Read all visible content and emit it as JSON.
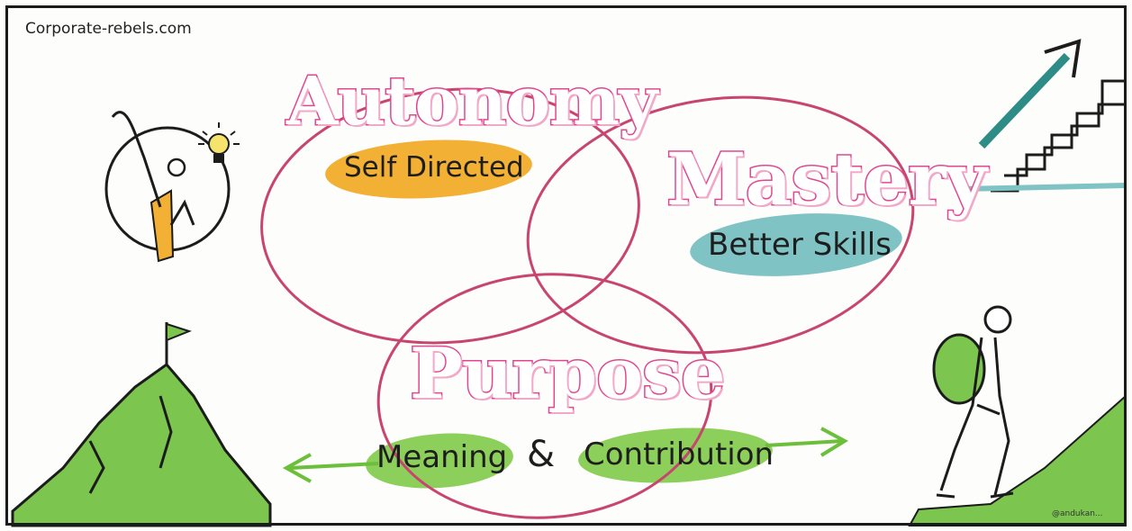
{
  "site_label": "Corporate-rebels.com",
  "words": {
    "autonomy": "Autonomy",
    "autonomy_sub": "Self Directed",
    "mastery": "Mastery",
    "mastery_sub": "Better Skills",
    "purpose": "Purpose",
    "purpose_sub_left": "Meaning",
    "purpose_sub_amp": "&",
    "purpose_sub_right": "Contribution"
  },
  "signature": "@andukan...",
  "colors": {
    "pink_word": "#e0478f",
    "orange_highlight": "#f2b035",
    "teal_highlight": "#7fc3c4",
    "green_highlight": "#8ccf5a",
    "circle_stroke": "#c8456f",
    "mountain_green": "#7cc54f",
    "stairs_teal": "#2e8c86",
    "backpack_green": "#7cc54f"
  },
  "icons": [
    "lightbulb-person-icon",
    "stairs-arrow-icon",
    "mountain-flag-icon",
    "hiker-icon"
  ]
}
